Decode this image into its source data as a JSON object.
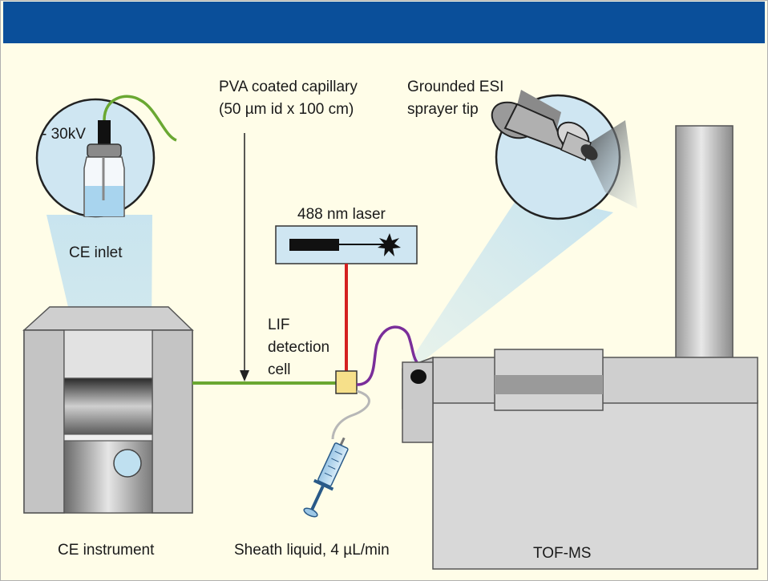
{
  "labels": {
    "capillary_line1": "PVA coated capillary",
    "capillary_line2": "(50 µm id x 100 cm)",
    "esi_line1": "Grounded ESI",
    "esi_line2": "sprayer tip",
    "voltage": "- 30kV",
    "ce_inlet": "CE inlet",
    "laser": "488 nm laser",
    "lif_line1": "LIF",
    "lif_line2": "detection",
    "lif_line3": "cell",
    "ce_instrument": "CE instrument",
    "sheath": "Sheath liquid, 4 µL/min",
    "tofms": "TOF-MS"
  },
  "colors": {
    "banner": "#0a4f9a",
    "background": "#fffde8",
    "capillary": "#6aa832",
    "laser_beam": "#d42020",
    "esi_line": "#7a2e9a",
    "lif_cell": "#f6e08a",
    "callout_fill": "#cfe6f2"
  }
}
